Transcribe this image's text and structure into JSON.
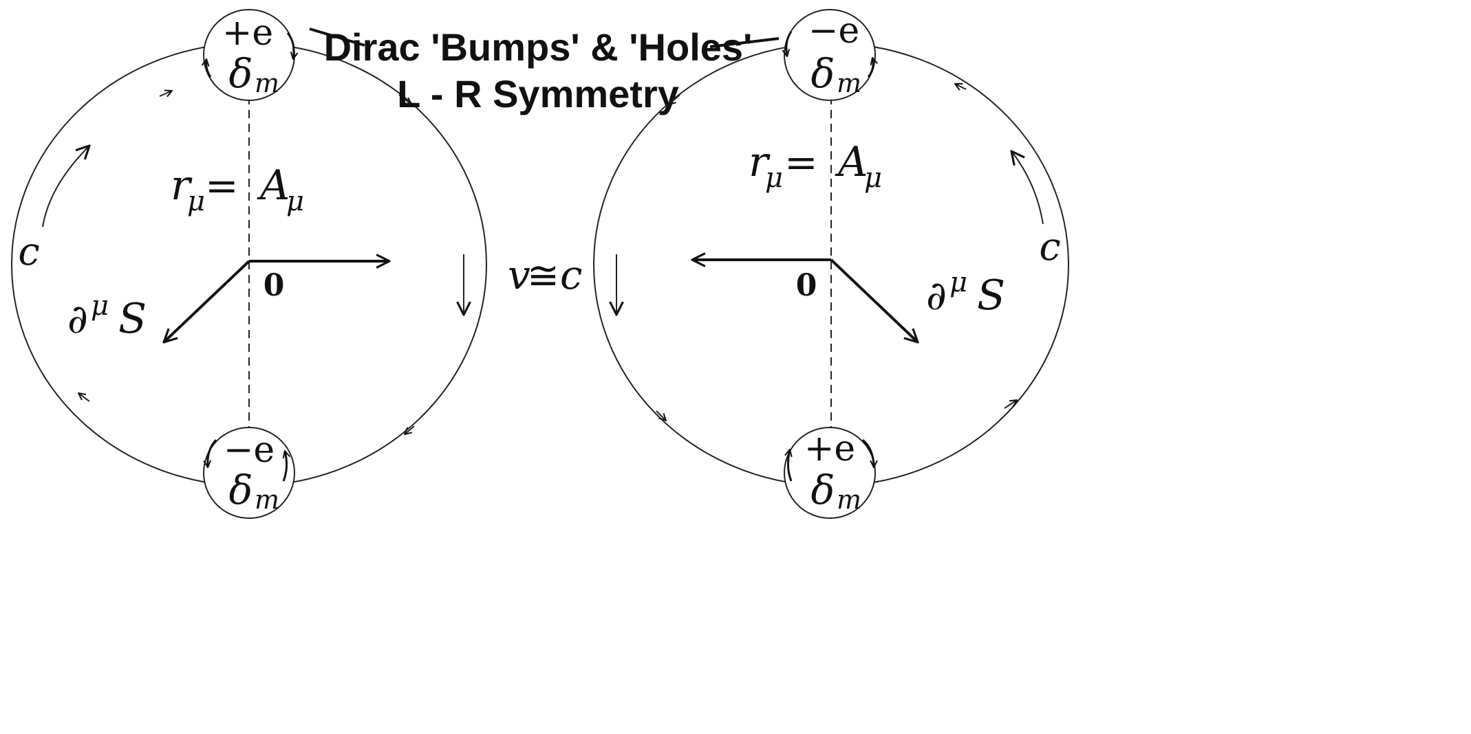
{
  "caption": {
    "line1": "Dirac 'Bumps' & 'Holes'",
    "line2": "L - R Symmetry"
  },
  "center_label": {
    "v": "v",
    "approx": "≅",
    "c": "c"
  },
  "left_diagram": {
    "top_bubble": {
      "charge": "+e",
      "delta": "δ",
      "sub": "m"
    },
    "bottom_bubble": {
      "charge": "−e",
      "delta": "δ",
      "sub": "m"
    },
    "radius_label": {
      "r": "r",
      "r_sub": "μ",
      "eq": "=",
      "A": "A",
      "A_sub": "μ"
    },
    "origin": "0",
    "speed": "c",
    "gradient": {
      "partial": "∂",
      "sup": "μ",
      "S": "S"
    }
  },
  "right_diagram": {
    "top_bubble": {
      "charge": "−e",
      "delta": "δ",
      "sub": "m"
    },
    "bottom_bubble": {
      "charge": "+e",
      "delta": "δ",
      "sub": "m"
    },
    "radius_label": {
      "r": "r",
      "r_sub": "μ",
      "eq": "=",
      "A": "A",
      "A_sub": "μ"
    },
    "origin": "0",
    "speed": "c",
    "gradient": {
      "partial": "∂",
      "sup": "μ",
      "S": "S"
    }
  }
}
